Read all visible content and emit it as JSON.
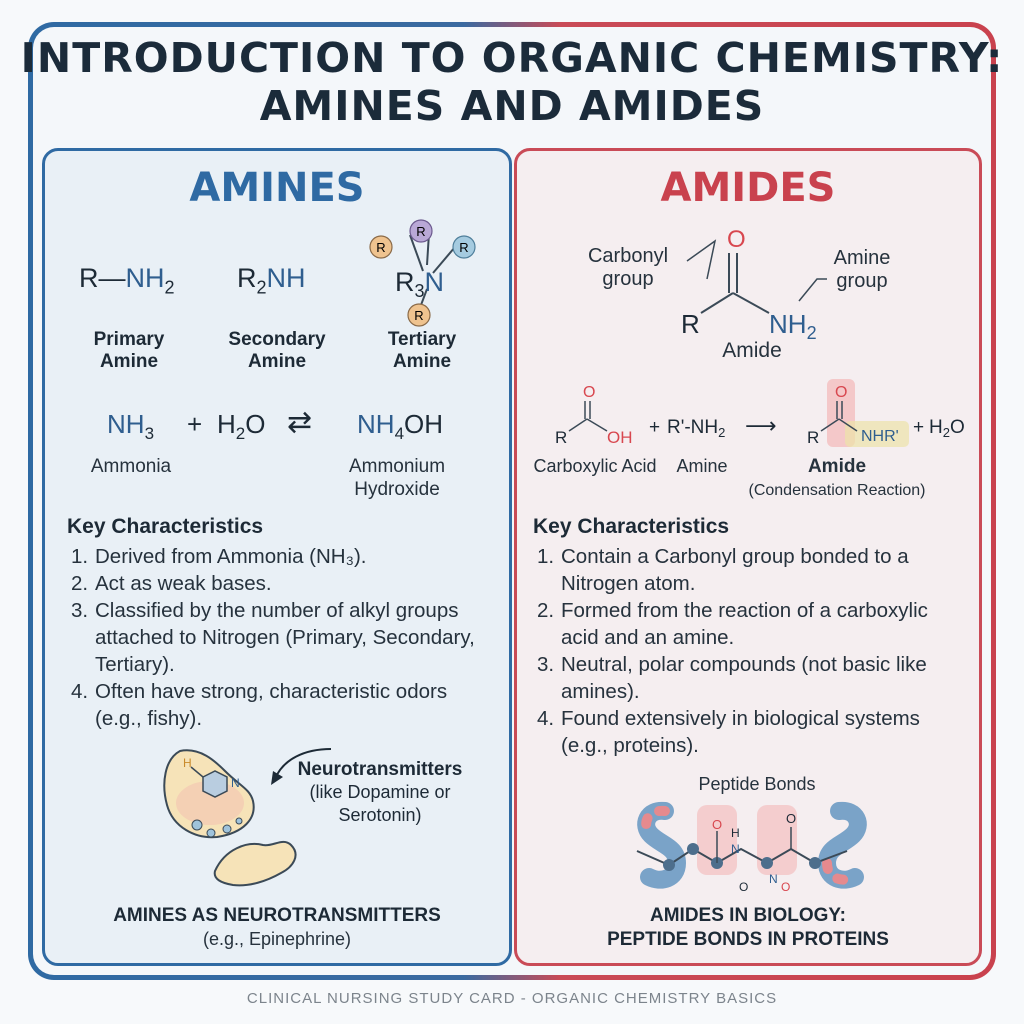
{
  "title": {
    "line1": "INTRODUCTION TO ORGANIC CHEMISTRY:",
    "line2": "AMINES AND AMIDES"
  },
  "amines": {
    "title": "AMINES",
    "primary": {
      "formula_r": "R—",
      "formula_n": "NH",
      "formula_sub": "2",
      "label1": "Primary",
      "label2": "Amine"
    },
    "secondary": {
      "formula_r": "R",
      "formula_sub": "2",
      "formula_n": "NH",
      "label1": "Secondary",
      "label2": "Amine"
    },
    "tertiary": {
      "r": "R",
      "formula": "R",
      "formula_sub": "3",
      "formula_n": "N",
      "label1": "Tertiary",
      "label2": "Amine"
    },
    "equation": {
      "nh3": "NH",
      "nh3_sub": "3",
      "plus": "+",
      "h2o": "H",
      "h2o_sub": "2",
      "h2o_o": "O",
      "arrow": "⇄",
      "nh4oh": "NH",
      "nh4oh_sub": "4",
      "nh4oh_oh": "OH",
      "ammonia": "Ammonia",
      "ammonium1": "Ammonium",
      "ammonium2": "Hydroxide"
    },
    "kc_title": "Key Characteristics",
    "kc": [
      {
        "num": "1.",
        "text": "Derived from Ammonia (NH₃)."
      },
      {
        "num": "2.",
        "text": "Act as weak bases."
      },
      {
        "num": "3.",
        "text": "Classified by the number of alkyl groups attached to Nitrogen (Primary, Secondary, Tertiary)."
      },
      {
        "num": "4.",
        "text": "Often have strong, characteristic odors (e.g., fishy)."
      }
    ],
    "neuro": {
      "title": "Neurotransmitters",
      "sub1": "(like Dopamine or",
      "sub2": "Serotonin)",
      "h": "H",
      "n": "N"
    },
    "caption": "AMINES AS NEUROTRANSMITTERS",
    "caption_sub": "(e.g., Epinephrine)"
  },
  "amides": {
    "title": "AMIDES",
    "structure": {
      "o": "O",
      "r": "R",
      "nh": "NH",
      "nh_sub": "2",
      "carbonyl1": "Carbonyl",
      "carbonyl2": "group",
      "amine1": "Amine",
      "amine2": "group",
      "name": "Amide"
    },
    "reaction": {
      "o": "O",
      "r": "R",
      "oh": "OH",
      "plus": "+",
      "amine": "R'-NH",
      "amine_sub": "2",
      "arrow": "⟶",
      "o2": "O",
      "r2": "R",
      "nhr": "NHR'",
      "plus2": "+",
      "h2o": "H",
      "h2o_sub": "2",
      "h2o_o": "O",
      "label_acid": "Carboxylic Acid",
      "label_amine": "Amine",
      "label_amide": "Amide",
      "label_cond": "(Condensation Reaction)"
    },
    "kc_title": "Key Characteristics",
    "kc": [
      {
        "num": "1.",
        "text": "Contain a Carbonyl group bonded to a Nitrogen atom."
      },
      {
        "num": "2.",
        "text": "Formed from the reaction of a carboxylic acid and an amine."
      },
      {
        "num": "3.",
        "text": "Neutral, polar compounds (not basic like amines)."
      },
      {
        "num": "4.",
        "text": "Found extensively in biological systems (e.g., proteins)."
      }
    ],
    "peptide": {
      "label": "Peptide Bonds",
      "o": "O",
      "h": "H",
      "n": "N"
    },
    "caption1": "AMIDES IN BIOLOGY:",
    "caption2": "PEPTIDE BONDS IN PROTEINS"
  },
  "footer": "CLINICAL NURSING STUDY CARD - ORGANIC CHEMISTRY BASICS",
  "colors": {
    "amine_blue": "#2f6aa3",
    "amide_red": "#c9424e",
    "oxygen": "#d8474f",
    "nitrogen": "#2f5e8f"
  },
  "icons": [
    "neuron-synapse-icon",
    "protein-chain-icon",
    "reversible-arrow-icon",
    "reaction-arrow-icon"
  ]
}
